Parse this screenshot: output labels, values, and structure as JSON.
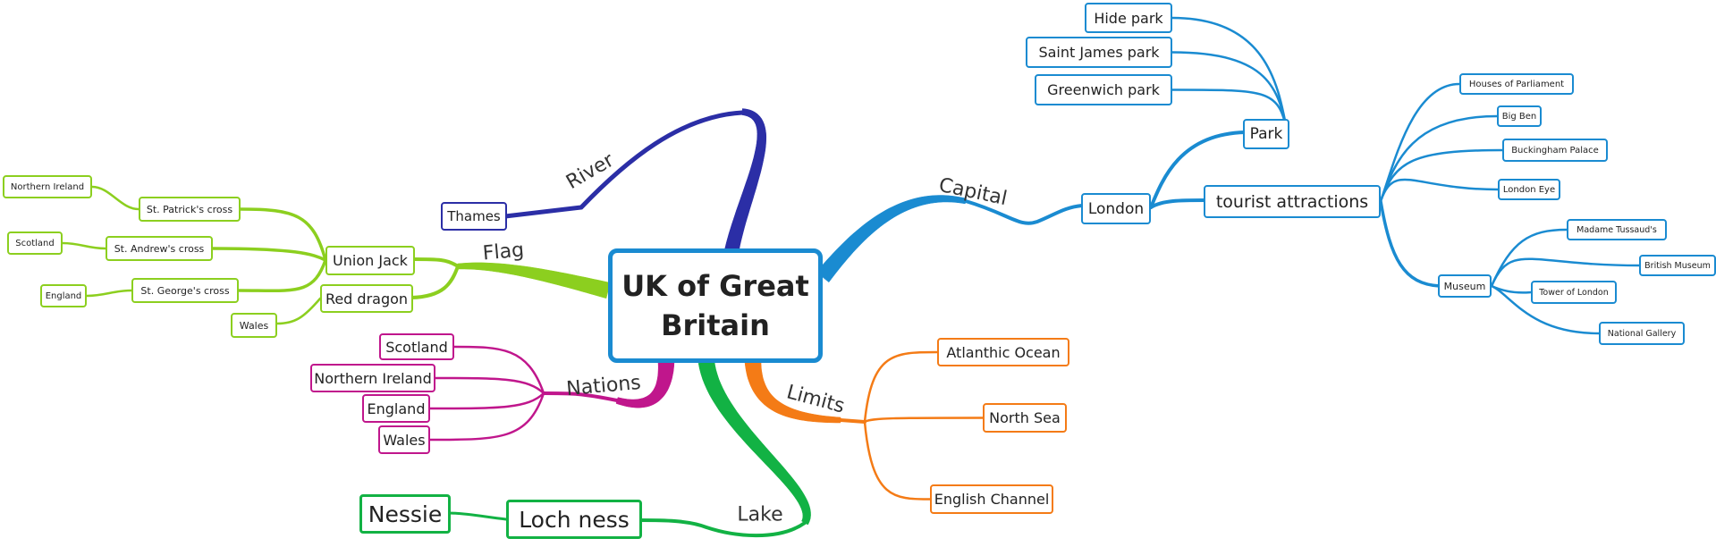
{
  "colors": {
    "central_border": "#1a8bd1",
    "river": "#2b2ea6",
    "capital": "#1a8bd1",
    "flag": "#8ccf1f",
    "nations": "#c0168c",
    "lake": "#12b244",
    "limits": "#f47b16"
  },
  "central": {
    "line1": "UK of Great",
    "line2": "Britain"
  },
  "branches": {
    "river": {
      "label": "River",
      "children": [
        "Thames"
      ]
    },
    "capital": {
      "label": "Capital",
      "london": "London",
      "park": {
        "label": "Park",
        "children": [
          "Hide park",
          "Saint James park",
          "Greenwich park"
        ]
      },
      "tourist": {
        "label": "tourist attractions",
        "children": [
          "Houses of Parliament",
          "Big Ben",
          "Buckingham Palace",
          "London Eye"
        ],
        "museum": {
          "label": "Museum",
          "children": [
            "Madame Tussaud's",
            "British Museum",
            "Tower of London",
            "National Gallery"
          ]
        }
      }
    },
    "flag": {
      "label": "Flag",
      "union_jack": {
        "label": "Union Jack",
        "crosses": [
          {
            "label": "St. Patrick's cross",
            "nation": "Northern Ireland"
          },
          {
            "label": "St. Andrew's cross",
            "nation": "Scotland"
          },
          {
            "label": "St. George's cross",
            "nation": "England"
          }
        ]
      },
      "red_dragon": {
        "label": "Red dragon",
        "nation": "Wales"
      }
    },
    "nations": {
      "label": "Nations",
      "children": [
        "Scotland",
        "Northern Ireland",
        "England",
        "Wales"
      ]
    },
    "lake": {
      "label": "Lake",
      "loch": "Loch ness",
      "creature": "Nessie"
    },
    "limits": {
      "label": "Limits",
      "children": [
        "Atlanthic Ocean",
        "North Sea",
        "English Channel"
      ]
    }
  }
}
